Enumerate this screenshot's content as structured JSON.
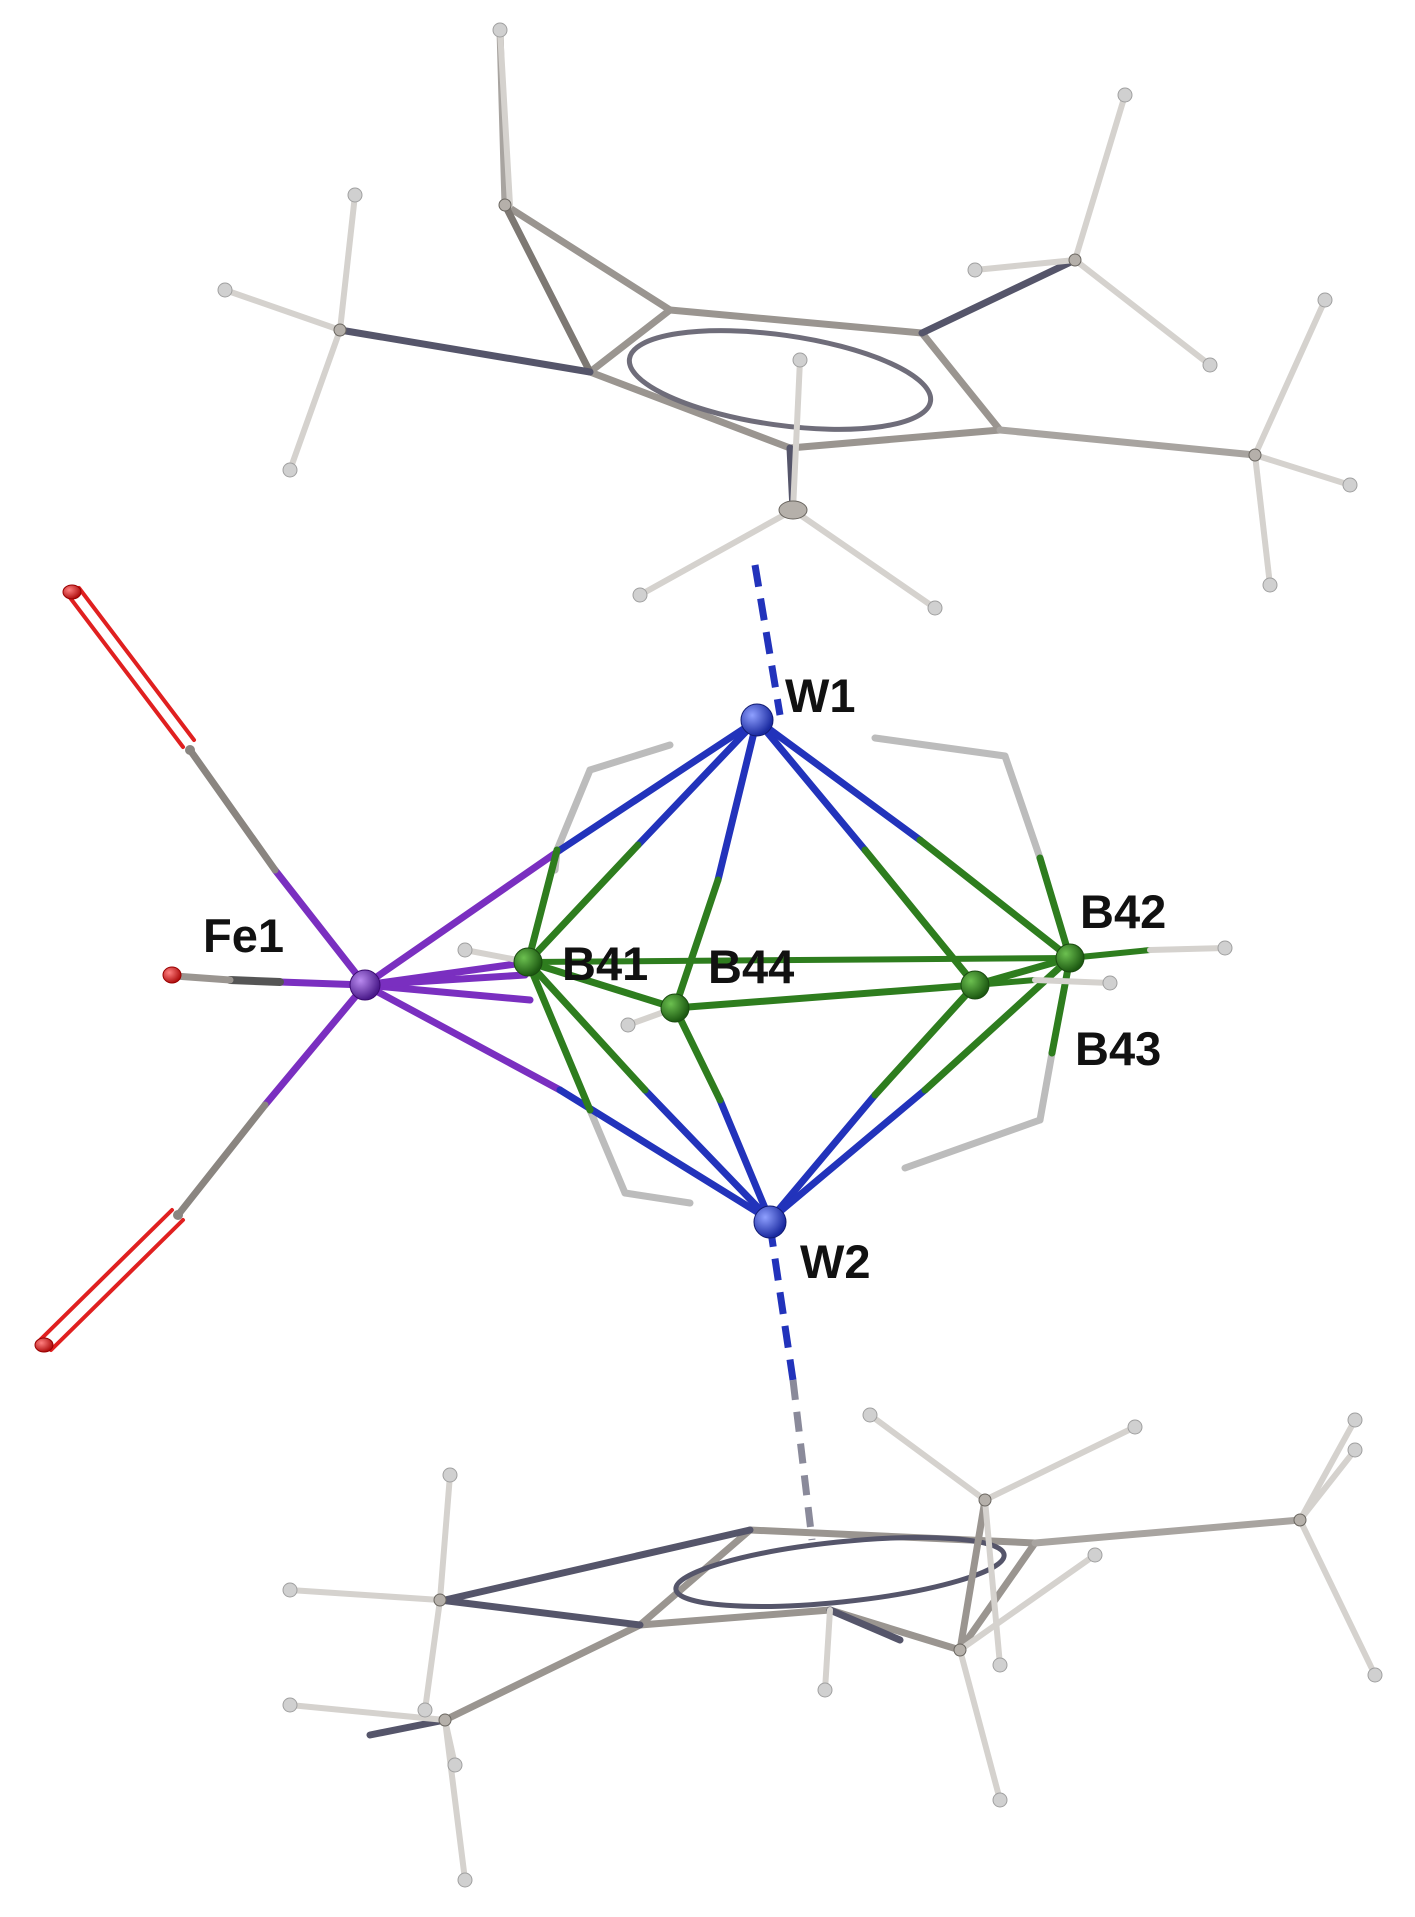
{
  "labels": {
    "w1": "W1",
    "w2": "W2",
    "fe1": "Fe1",
    "b41": "B41",
    "b42": "B42",
    "b43": "B43",
    "b44": "B44"
  },
  "colors": {
    "carbon_bond": "#9a9590",
    "carbon_dark": "#55556a",
    "hydrogen": "#d8d8d8",
    "boron_green": "#2e7d1e",
    "tungsten_blue": "#2233bb",
    "iron_purple": "#7a2fc0",
    "oxygen_red": "#e02020"
  }
}
